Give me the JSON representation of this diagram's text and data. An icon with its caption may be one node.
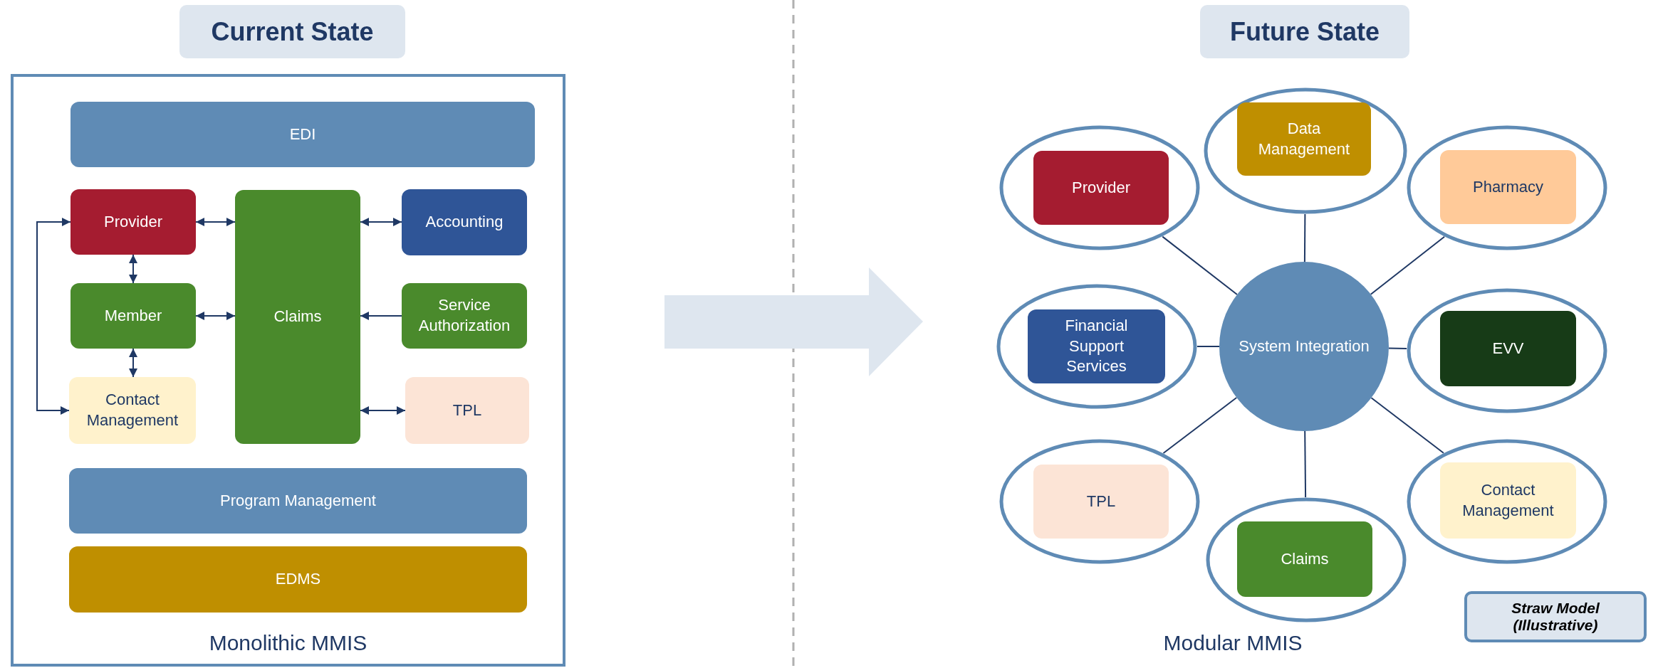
{
  "diagram": {
    "nodes": [
      {
        "text": [
          "Current State"
        ]
      },
      {
        "text": [
          "Future State"
        ]
      },
      {
        "text": [
          "Monolithic MMIS"
        ]
      },
      {
        "text": [
          "EDI"
        ],
        "in": 2
      },
      {
        "text": [
          "Provider"
        ],
        "in": 2
      },
      {
        "text": [
          "Claims"
        ],
        "in": 2
      },
      {
        "text": [
          "Accounting"
        ],
        "in": 2
      },
      {
        "text": [
          "Member"
        ],
        "in": 2
      },
      {
        "text": [
          "Service Authorization"
        ],
        "in": 2
      },
      {
        "text": [
          "Contact Management"
        ],
        "in": 2
      },
      {
        "text": [
          "TPL"
        ],
        "in": 2
      },
      {
        "text": [
          "Program Management"
        ],
        "in": 2
      },
      {
        "text": [
          "EDMS"
        ],
        "in": 2
      },
      {
        "text": [],
        "shape": "ellipse"
      },
      {
        "text": [
          "Data Management"
        ],
        "in": 13
      },
      {
        "text": [],
        "shape": "ellipse"
      },
      {
        "text": [
          "Provider"
        ],
        "in": 15
      },
      {
        "text": [],
        "shape": "ellipse"
      },
      {
        "text": [
          "Pharmacy"
        ],
        "in": 17
      },
      {
        "text": [],
        "shape": "ellipse"
      },
      {
        "text": [
          "Financial Support Services"
        ],
        "in": 19
      },
      {
        "text": [
          "System Integration"
        ]
      },
      {
        "text": [],
        "shape": "ellipse"
      },
      {
        "text": [
          "EVV"
        ],
        "in": 22
      },
      {
        "text": [],
        "shape": "ellipse"
      },
      {
        "text": [
          "TPL"
        ],
        "in": 24
      },
      {
        "text": [],
        "shape": "ellipse"
      },
      {
        "text": [
          "Contact Management"
        ],
        "in": 26
      },
      {
        "text": [],
        "shape": "ellipse"
      },
      {
        "text": [
          "Claims"
        ],
        "in": 28
      },
      {
        "text": [
          "Straw Model (Illustrative)"
        ]
      }
    ],
    "edges": [
      {
        "from": 4,
        "to": 5,
        "arrow": "both"
      },
      {
        "from": 7,
        "to": 5,
        "arrow": "both"
      },
      {
        "from": 5,
        "to": 6,
        "arrow": "both"
      },
      {
        "from": 8,
        "to": 5,
        "arrow": "to"
      },
      {
        "from": 5,
        "to": 10,
        "arrow": "both"
      },
      {
        "from": 4,
        "to": 7,
        "arrow": "both"
      },
      {
        "from": 7,
        "to": 9,
        "arrow": "both"
      },
      {
        "from": 4,
        "to": 9,
        "arrow": "both"
      },
      {
        "from": 21,
        "to": 13,
        "arrow": "none"
      },
      {
        "from": 21,
        "to": 15,
        "arrow": "none"
      },
      {
        "from": 21,
        "to": 17,
        "arrow": "none"
      },
      {
        "from": 21,
        "to": 19,
        "arrow": "none"
      },
      {
        "from": 21,
        "to": 22,
        "arrow": "none"
      },
      {
        "from": 21,
        "to": 24,
        "arrow": "none"
      },
      {
        "from": 21,
        "to": 26,
        "arrow": "none"
      },
      {
        "from": 21,
        "to": 28,
        "arrow": "none"
      }
    ],
    "labels": [
      "Modular MMIS"
    ]
  }
}
